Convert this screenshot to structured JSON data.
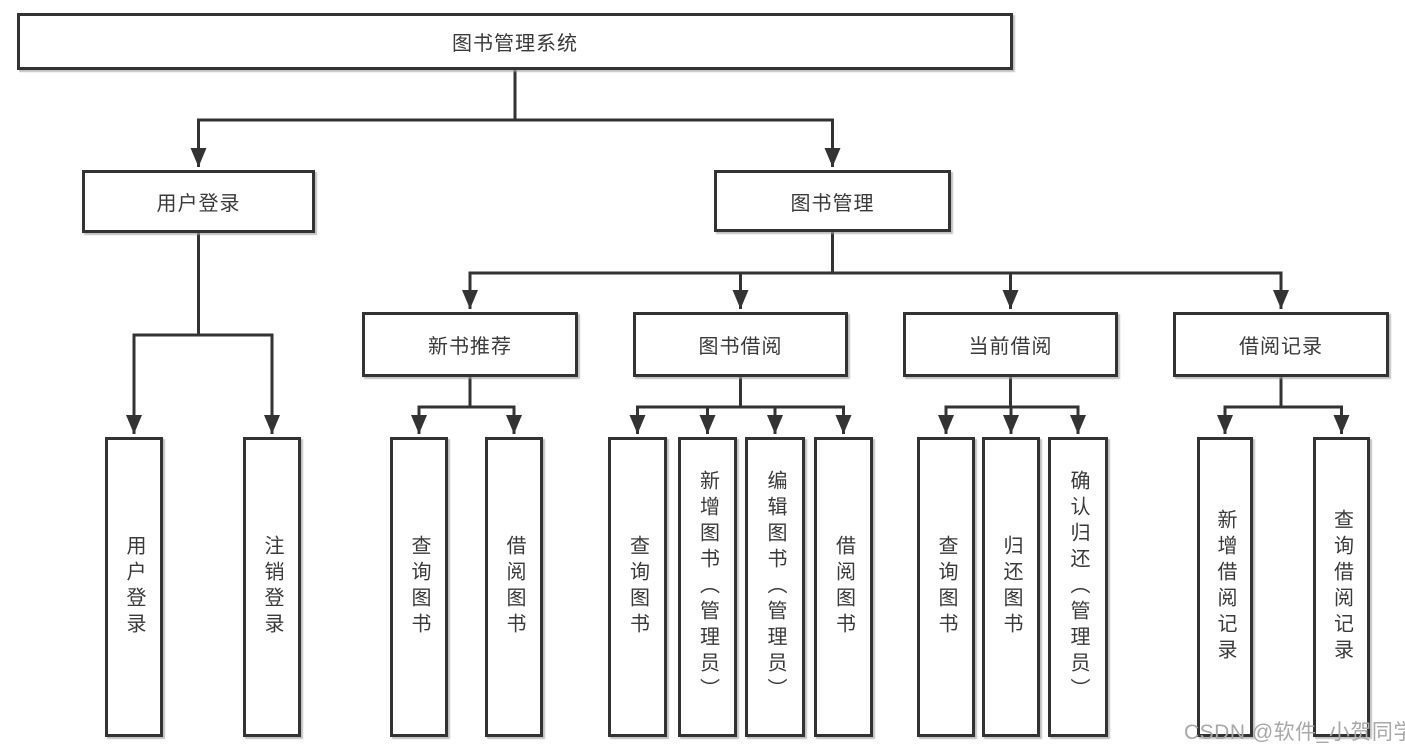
{
  "diagram": {
    "title_node": {
      "label": "图书管理系统"
    },
    "level2": {
      "user_login": {
        "label": "用户登录"
      },
      "book_mgmt": {
        "label": "图书管理"
      }
    },
    "level3": {
      "new_book_rec": {
        "label": "新书推荐"
      },
      "book_borrow": {
        "label": "图书借阅"
      },
      "current_borrow": {
        "label": "当前借阅"
      },
      "borrow_records": {
        "label": "借阅记录"
      }
    },
    "leaves": {
      "user_login_leaf": {
        "label": "用户登录"
      },
      "logout": {
        "label": "注销登录"
      },
      "query_book_rec": {
        "label": "查询图书"
      },
      "borrow_book_rec": {
        "label": "借阅图书"
      },
      "query_book_borrow": {
        "label": "查询图书"
      },
      "add_book_admin": {
        "label": "新增图书（管理员）"
      },
      "edit_book_admin": {
        "label": "编辑图书（管理员）"
      },
      "borrow_book_borrow": {
        "label": "借阅图书"
      },
      "query_book_current": {
        "label": "查询图书"
      },
      "return_book": {
        "label": "归还图书"
      },
      "confirm_return_admin": {
        "label": "确认归还（管理员）"
      },
      "add_borrow_record": {
        "label": "新增借阅记录"
      },
      "query_borrow_record": {
        "label": "查询借阅记录"
      }
    }
  },
  "watermark": {
    "text": "CSDN @软件_小贺同学"
  },
  "colors": {
    "line": "#333333",
    "box_border": "#333333",
    "text": "#3a3a3a",
    "watermark": "#a8a8a8",
    "background": "#ffffff"
  }
}
